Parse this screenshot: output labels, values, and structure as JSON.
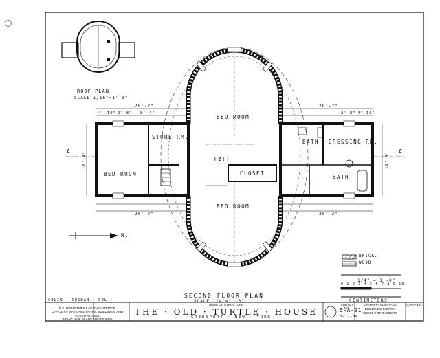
{
  "plan": {
    "roof_title": "ROOF PLAN",
    "roof_scale": "SCALE 1/16\"=1'-0\"",
    "floor_title": "SECOND FLOOR PLAN",
    "floor_scale": "SCALE 1/4\"=1'-0\""
  },
  "rooms": {
    "bed_room_north": "BED ROOM",
    "bed_room_south": "BED ROOM",
    "bed_room_west": "BED ROOM",
    "store_room": "STORE RM.",
    "hall": "HALL",
    "closet": "CLOSET",
    "bath_upper": "BATH",
    "dressing_room": "DRESSING RM.",
    "bath_lower": "BATH"
  },
  "dimensions": {
    "top_left_total": "20'-2\"",
    "top_right_total": "20'-2\"",
    "bottom_left_total": "20'-2\"",
    "bottom_right_total": "20'-2\"",
    "left_a": "4'-10\"",
    "left_b": "2'-8\"",
    "left_c": "8'-4\"",
    "right_a": "2'-8\"",
    "right_b": "4'-10\"",
    "left_height": "16'-4\"",
    "right_height": "16'-4\""
  },
  "section_marks": {
    "left": "A",
    "right": "A"
  },
  "north_label": "N.",
  "legend": {
    "brick": "BRICK.",
    "wood": "WOOD.",
    "scale_primary": "1/4\" = 1'-0\"",
    "scale_numbers": "0 1 2 3 4 5 6 7 8 9 10",
    "centimeters": "CENTIMETERS"
  },
  "title_block": {
    "delineator": "COLIN · COSBAN · DEL ·",
    "agency_line1": "U.S. DEPARTMENT OF THE INTERIOR",
    "agency_line2": "OFFICE OF NATIONAL PARKS, BUILDINGS, AND RESERVATIONS",
    "agency_line3": "BRANCH OF PLANS AND DESIGN",
    "name_caption": "NAME OF STRUCTURE",
    "structure_name": "THE · OLD · TURTLE · HOUSE",
    "location": "GREENPORT · NEW · YORK",
    "survey_caption": "SURVEY NO.",
    "survey_no": "5-A-21",
    "survey_date": "3-12-34",
    "habs_line1": "HISTORIC AMERICAN",
    "habs_line2": "BUILDINGS SURVEY",
    "sheet_text": "SHEET 3 OF 9 SHEETS",
    "index_caption": "INDEX NO."
  }
}
